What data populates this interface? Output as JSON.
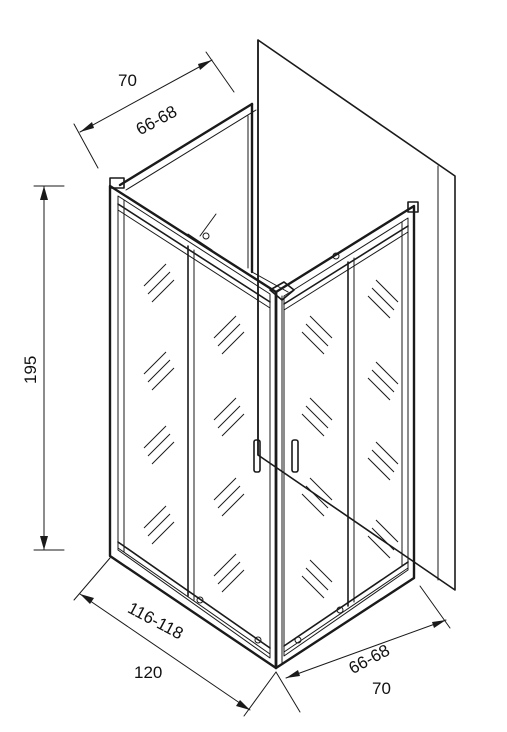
{
  "dimensions": {
    "top_outer": "70",
    "top_inner": "66-68",
    "height": "195",
    "front_inner": "116-118",
    "front_outer": "120",
    "side_inner": "66-68",
    "side_outer": "70"
  }
}
